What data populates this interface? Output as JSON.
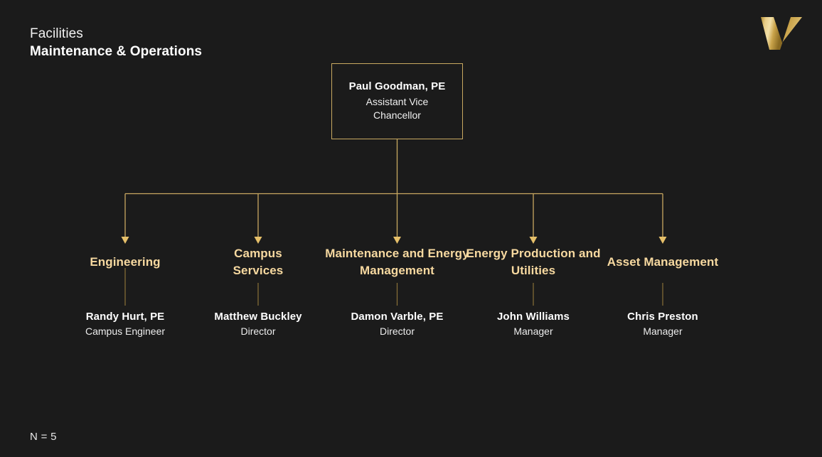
{
  "page": {
    "background_color": "#1b1b1b",
    "accent_gold": "#c9a961",
    "heading_gold": "#f7d9a0"
  },
  "header": {
    "line1": "Facilities",
    "line2": "Maintenance & Operations"
  },
  "logo": {
    "name": "vanderbilt-v-logo",
    "letter": "V",
    "gradient_light": "#e6c87a",
    "gradient_dark": "#8a6a22"
  },
  "root": {
    "name": "Paul Goodman, PE",
    "title": "Assistant Vice Chancellor",
    "border_color": "#c9a961"
  },
  "departments": [
    {
      "heading": "Engineering",
      "person_name": "Randy Hurt, PE",
      "person_title": "Campus Engineer"
    },
    {
      "heading": "Campus Services",
      "person_name": "Matthew Buckley",
      "person_title": "Director"
    },
    {
      "heading": "Maintenance and Energy Management",
      "person_name": "Damon Varble, PE",
      "person_title": "Director"
    },
    {
      "heading": "Energy Production and Utilities",
      "person_name": "John Williams",
      "person_title": "Manager"
    },
    {
      "heading": "Asset Management",
      "person_name": "Chris Preston",
      "person_title": "Manager"
    }
  ],
  "footer": {
    "count_label": "N = 5"
  }
}
